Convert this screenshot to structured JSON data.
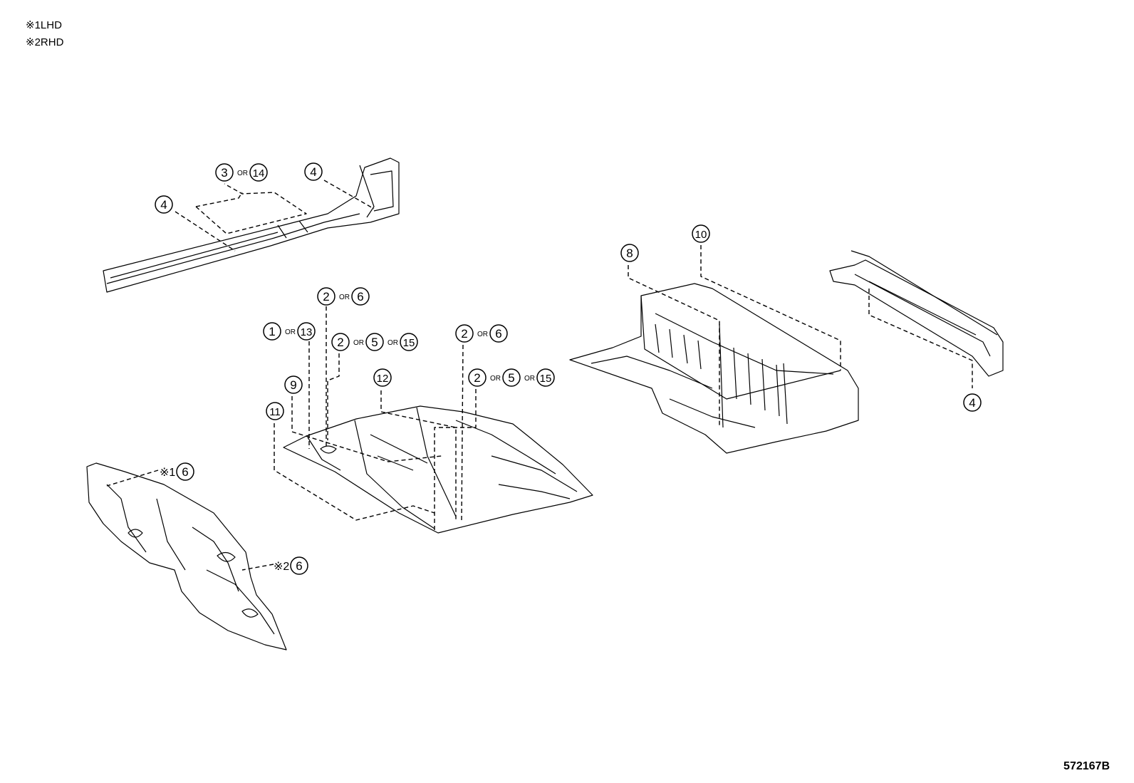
{
  "legend": [
    {
      "mark": "※1",
      "text": "LHD"
    },
    {
      "mark": "※2",
      "text": "RHD"
    }
  ],
  "diagram_id": "572167B",
  "or_text": "OR",
  "callouts": [
    {
      "id": "sill-a",
      "parts": [
        "3",
        "14"
      ]
    },
    {
      "id": "sill-b",
      "parts": [
        "4"
      ]
    },
    {
      "id": "sill-c",
      "parts": [
        "4"
      ]
    },
    {
      "id": "floor-a",
      "parts": [
        "2",
        "6"
      ]
    },
    {
      "id": "floor-b",
      "parts": [
        "1",
        "13"
      ]
    },
    {
      "id": "floor-c",
      "parts": [
        "2",
        "5",
        "15"
      ]
    },
    {
      "id": "floor-d",
      "parts": [
        "2",
        "6"
      ]
    },
    {
      "id": "floor-e",
      "parts": [
        "2",
        "5",
        "15"
      ]
    },
    {
      "id": "floor-f",
      "parts": [
        "9"
      ]
    },
    {
      "id": "floor-g",
      "parts": [
        "12"
      ]
    },
    {
      "id": "floor-h",
      "parts": [
        "11"
      ]
    },
    {
      "id": "rear-a",
      "parts": [
        "8"
      ]
    },
    {
      "id": "rear-b",
      "parts": [
        "10"
      ]
    },
    {
      "id": "member",
      "parts": [
        "4"
      ]
    },
    {
      "id": "dash-a",
      "mark": "※1",
      "parts": [
        "6"
      ]
    },
    {
      "id": "dash-b",
      "mark": "※2",
      "parts": [
        "6"
      ]
    }
  ]
}
